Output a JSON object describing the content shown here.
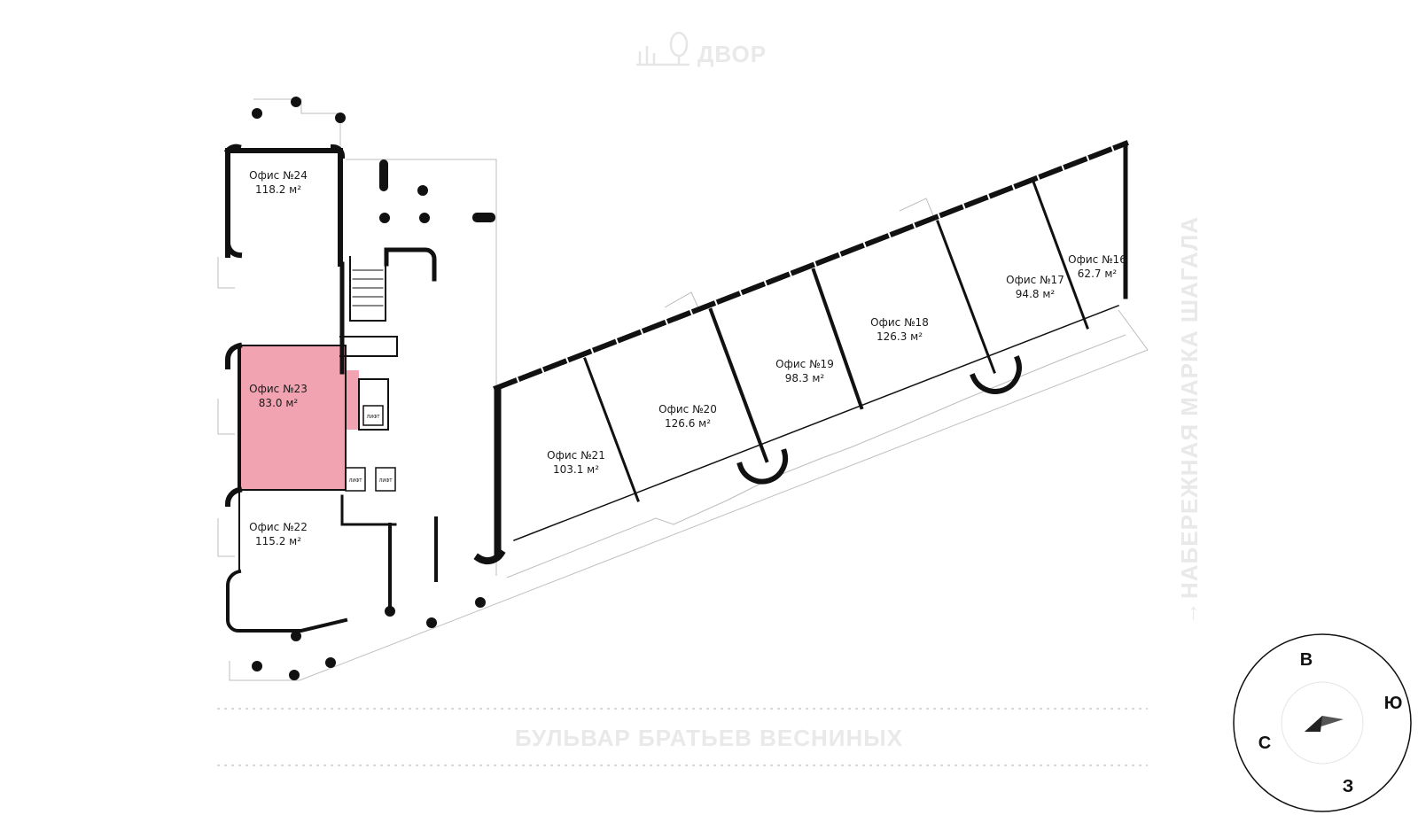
{
  "labels": {
    "courtyard": "ДВОР",
    "boulevard": "БУЛЬВАР БРАТЬЕВ ВЕСНИНЫХ",
    "embankment": "НАБЕРЕЖНАЯ МАРКА ШАГАЛА",
    "embankment_arrow": "→"
  },
  "compass": {
    "north": "С",
    "east": "В",
    "south": "Ю",
    "west": "З"
  },
  "offices": [
    {
      "name": "Офис №24",
      "area": "118.2 м²",
      "selected": false
    },
    {
      "name": "Офис №23",
      "area": "83.0 м²",
      "selected": true
    },
    {
      "name": "Офис №22",
      "area": "115.2 м²",
      "selected": false
    },
    {
      "name": "Офис №21",
      "area": "103.1 м²",
      "selected": false
    },
    {
      "name": "Офис №20",
      "area": "126.6 м²",
      "selected": false
    },
    {
      "name": "Офис №19",
      "area": "98.3 м²",
      "selected": false
    },
    {
      "name": "Офис №18",
      "area": "126.3 м²",
      "selected": false
    },
    {
      "name": "Офис №17",
      "area": "94.8 м²",
      "selected": false
    },
    {
      "name": "Офис №16",
      "area": "62.7 м²",
      "selected": false
    }
  ],
  "elevator_labels": [
    "ЛИФТ",
    "ЛИФТ",
    "ЛИФТ"
  ],
  "colors": {
    "selected_fill": "#f1a3b1",
    "wall": "#111111",
    "street_text": "#e9e9e9"
  }
}
